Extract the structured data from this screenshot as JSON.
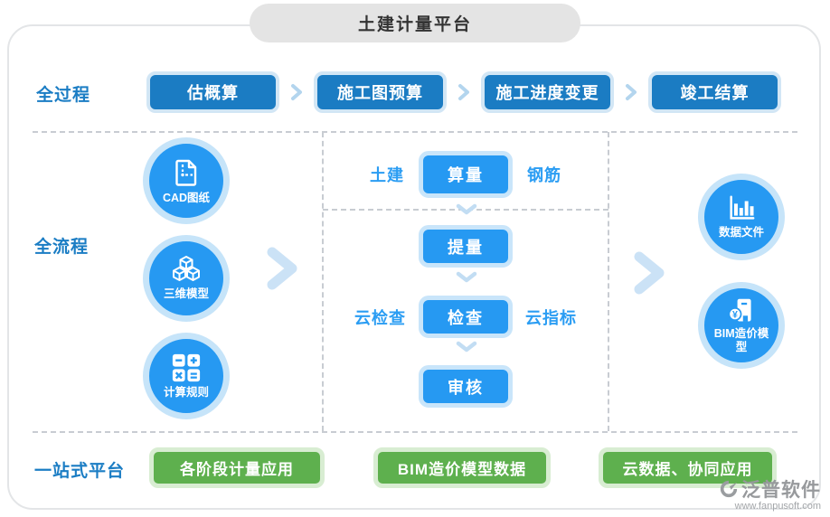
{
  "title": "土建计量平台",
  "sections": {
    "process": {
      "label": "全过程",
      "steps": [
        "估概算",
        "施工图预算",
        "施工进度变更",
        "竣工结算"
      ]
    },
    "flow": {
      "label": "全流程",
      "inputs": [
        {
          "label": "CAD图纸",
          "icon": "cad-drawing-icon"
        },
        {
          "label": "三维模型",
          "icon": "cubes-3d-icon"
        },
        {
          "label": "计算规则",
          "icon": "calculator-icon"
        }
      ],
      "center": {
        "left_tag": "土建",
        "main_step": "算量",
        "right_tag": "钢筋",
        "step2": "提量",
        "step3": "检查",
        "step3_left": "云检查",
        "step3_right": "云指标",
        "step4": "审核"
      },
      "outputs": [
        {
          "label": "数据文件",
          "icon": "bar-chart-icon"
        },
        {
          "label": "BIM造价模型",
          "icon": "bim-building-icon"
        }
      ]
    },
    "platform": {
      "label": "一站式平台",
      "items": [
        "各阶段计量应用",
        "BIM造价模型数据",
        "云数据、协同应用"
      ]
    }
  },
  "watermark": {
    "brand": "泛普软件",
    "url": "www.fanpusoft.com"
  },
  "colors": {
    "primary_dark": "#1b7cc3",
    "primary_bright": "#2699f2",
    "light_blue_border": "#c9e5fa",
    "label_blue": "#1b7dc4",
    "tag_blue": "#2b9df3",
    "green": "#5eb04e",
    "green_border": "#d8edd2",
    "pill_gray": "#e4e4e4",
    "dashed_gray": "#c8ccd2"
  }
}
